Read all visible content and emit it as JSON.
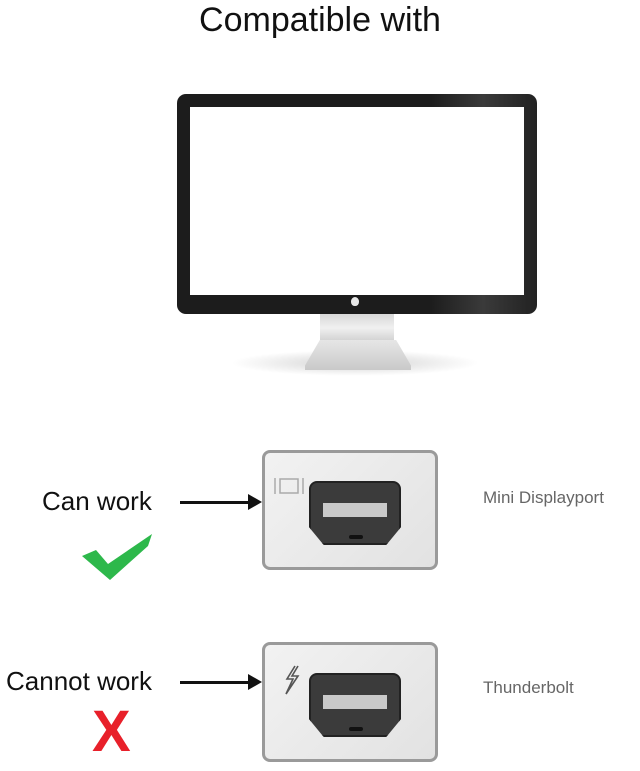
{
  "title": "Compatible with",
  "monitor": {
    "logo_icon": "apple-logo-icon"
  },
  "ports": [
    {
      "status_label": "Can work",
      "status_icon": "green-checkmark-icon",
      "port_name": "Mini Displayport",
      "port_symbol": "displayport-symbol-icon",
      "status_color": "#2db84b"
    },
    {
      "status_label": "Cannot work",
      "status_icon": "red-x-icon",
      "port_name": "Thunderbolt",
      "port_symbol": "thunderbolt-symbol-icon",
      "status_color": "#e8202a",
      "x_glyph": "X"
    }
  ]
}
